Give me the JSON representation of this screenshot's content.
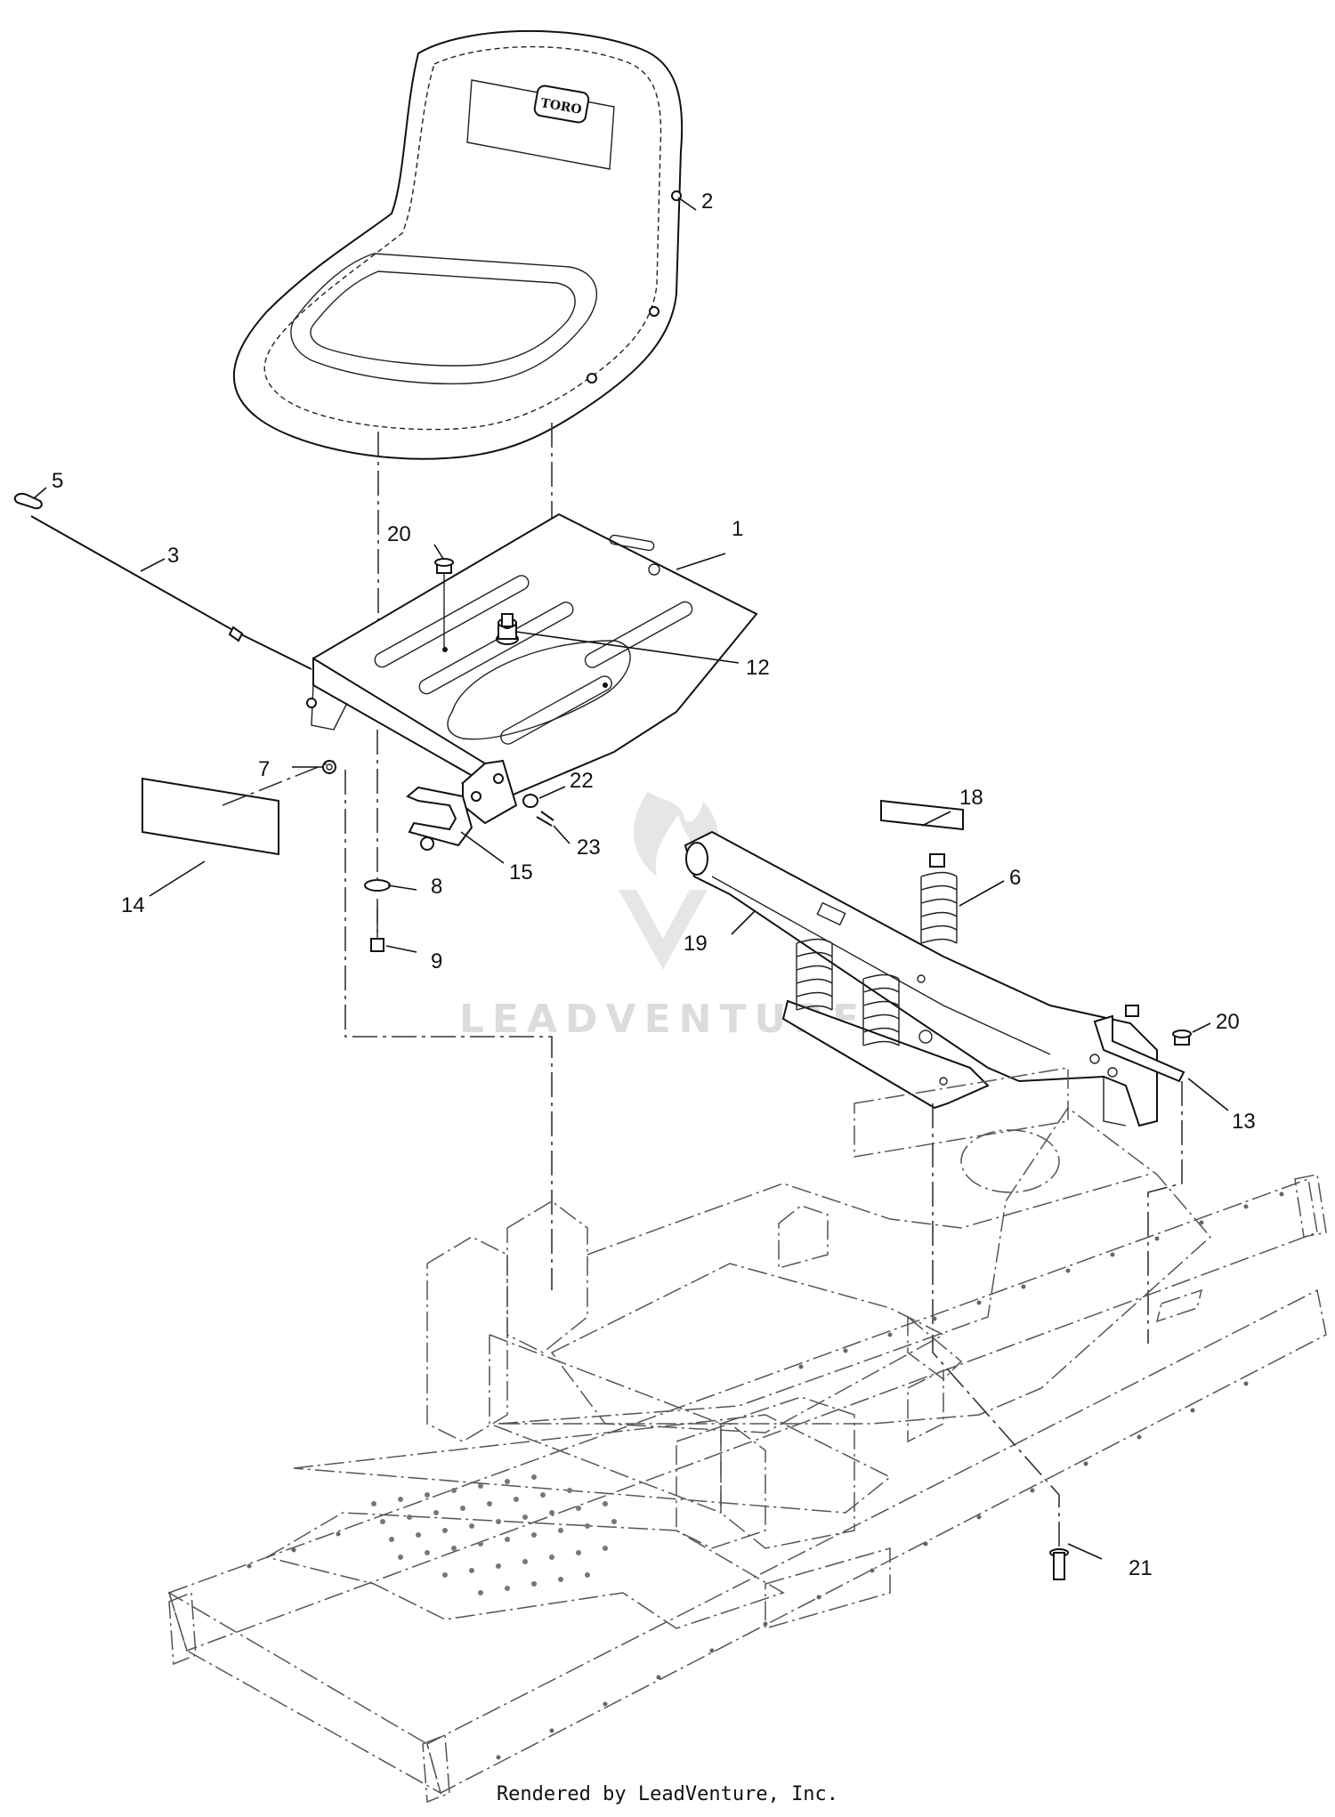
{
  "callouts": [
    {
      "id": "c1",
      "label": "1"
    },
    {
      "id": "c2",
      "label": "2"
    },
    {
      "id": "c3",
      "label": "3"
    },
    {
      "id": "c5",
      "label": "5"
    },
    {
      "id": "c6",
      "label": "6"
    },
    {
      "id": "c7",
      "label": "7"
    },
    {
      "id": "c8",
      "label": "8"
    },
    {
      "id": "c9",
      "label": "9"
    },
    {
      "id": "c12",
      "label": "12"
    },
    {
      "id": "c13",
      "label": "13"
    },
    {
      "id": "c14",
      "label": "14"
    },
    {
      "id": "c15",
      "label": "15"
    },
    {
      "id": "c18",
      "label": "18"
    },
    {
      "id": "c19",
      "label": "19"
    },
    {
      "id": "c20a",
      "label": "20"
    },
    {
      "id": "c20b",
      "label": "20"
    },
    {
      "id": "c21",
      "label": "21"
    },
    {
      "id": "c22",
      "label": "22"
    },
    {
      "id": "c23",
      "label": "23"
    }
  ],
  "seat_logo": "TORO",
  "watermark": "LEADVENTURE",
  "footer": "Rendered by LeadVenture, Inc."
}
